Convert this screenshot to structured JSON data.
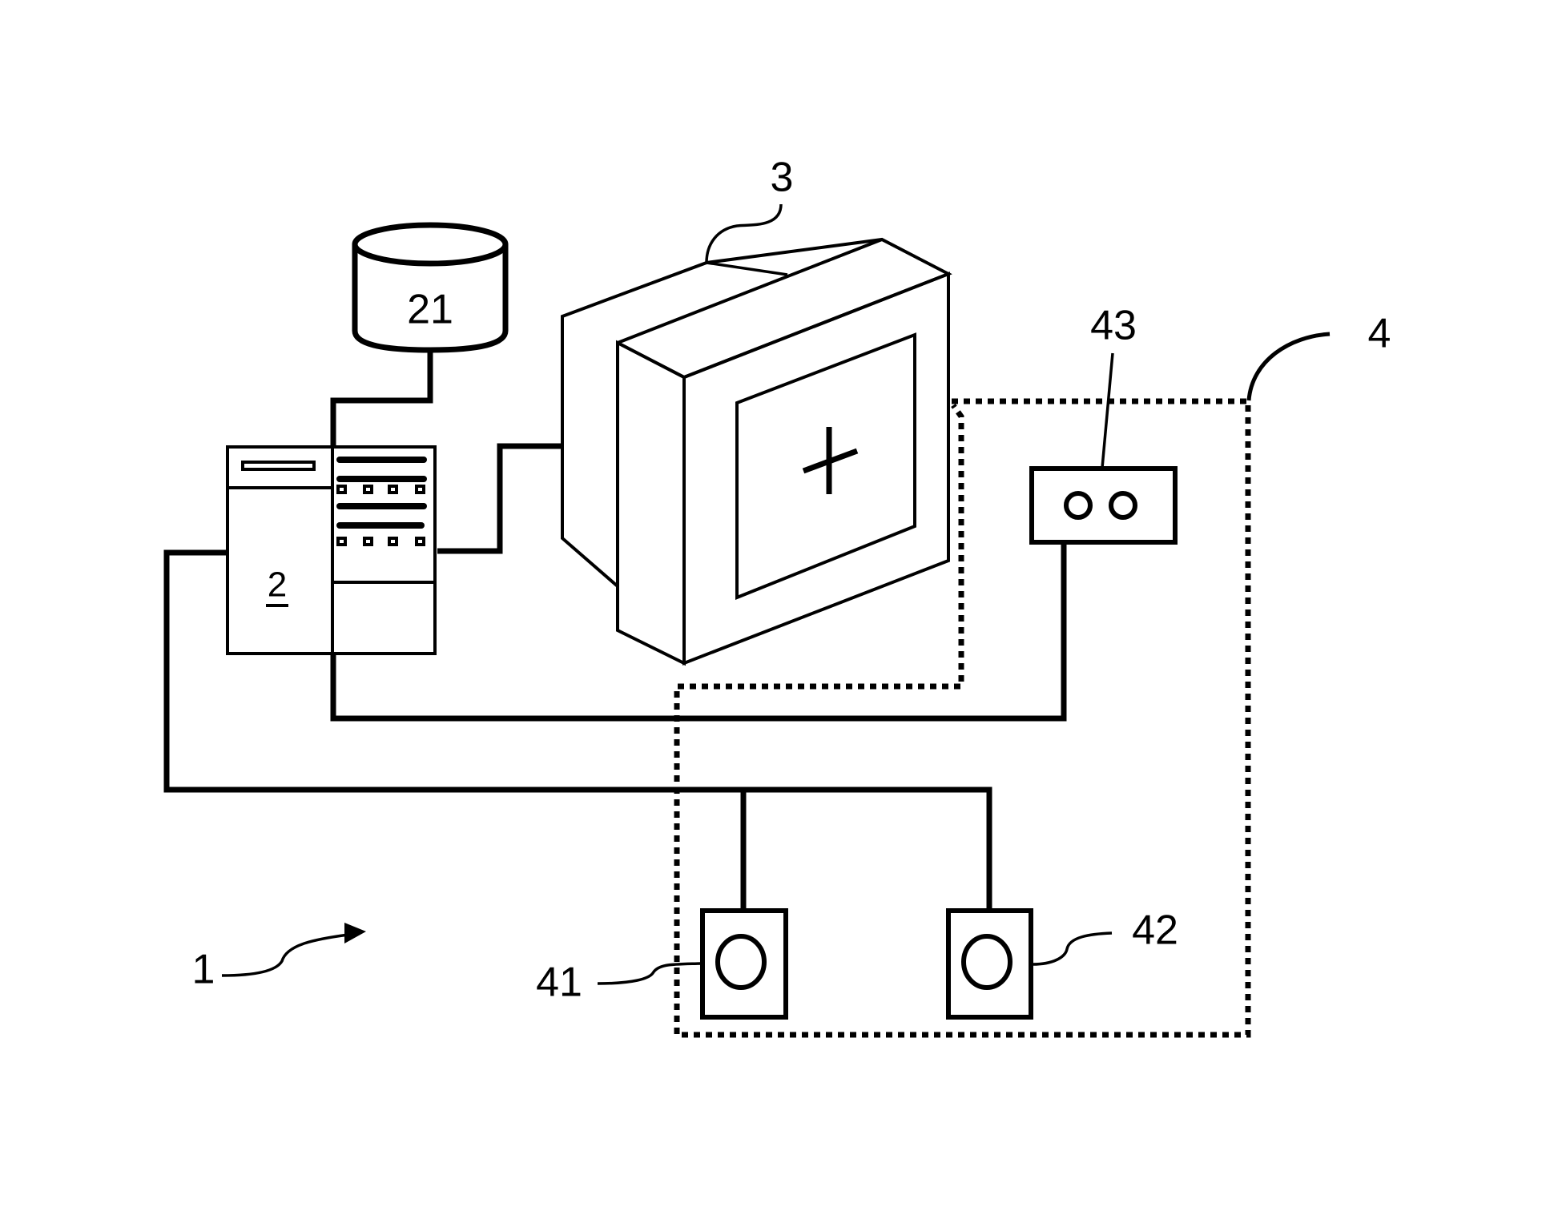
{
  "figure": {
    "type": "patent-style system block diagram",
    "background": "#ffffff",
    "ink": "#000000"
  },
  "labels": {
    "system": "1",
    "computer": "2",
    "storage": "21",
    "display": "3",
    "input_unit": "4",
    "input_device_a": "41",
    "input_device_b": "42",
    "input_device_c": "43"
  },
  "components": [
    {
      "id": "system",
      "label_ref": "system",
      "shape": "arrow-reference"
    },
    {
      "id": "computer",
      "label_ref": "computer",
      "shape": "tower-computer",
      "label_underlined": true
    },
    {
      "id": "storage",
      "label_ref": "storage",
      "shape": "database-cylinder"
    },
    {
      "id": "display",
      "label_ref": "display",
      "shape": "crt-monitor",
      "screen_symbol": "cross"
    },
    {
      "id": "input_unit",
      "label_ref": "input_unit",
      "shape": "dotted-boundary"
    },
    {
      "id": "input_device_a",
      "label_ref": "input_device_a",
      "shape": "box-with-circle"
    },
    {
      "id": "input_device_b",
      "label_ref": "input_device_b",
      "shape": "box-with-circle"
    },
    {
      "id": "input_device_c",
      "label_ref": "input_device_c",
      "shape": "box-with-two-circles"
    }
  ],
  "connections": [
    {
      "from": "storage",
      "to": "computer"
    },
    {
      "from": "computer",
      "to": "display"
    },
    {
      "from": "computer",
      "to": "input_device_c"
    },
    {
      "from": "computer",
      "to": "input_device_a"
    },
    {
      "from": "computer",
      "to": "input_device_b"
    }
  ]
}
